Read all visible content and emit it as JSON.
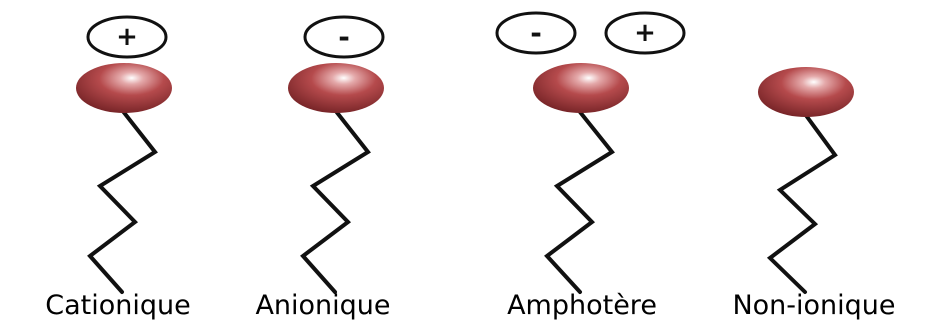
{
  "surfactants": [
    {
      "label": "Cationique",
      "charges": [
        "+"
      ]
    },
    {
      "label": "Anionique",
      "charges": [
        "-"
      ]
    },
    {
      "label": "Amphotère",
      "charges": [
        "-",
        "+"
      ]
    },
    {
      "label": "Non-ionique",
      "charges": []
    }
  ],
  "colors": {
    "head": "#b54a4c",
    "head_dark": "#6e1f22",
    "head_highlight": "#ffffff",
    "tail": "#111111",
    "charge_stroke": "#111111"
  },
  "icons": {
    "head": "sphere-head",
    "tail": "zigzag-hydrocarbon-tail",
    "charge": "circled-charge-sign"
  }
}
